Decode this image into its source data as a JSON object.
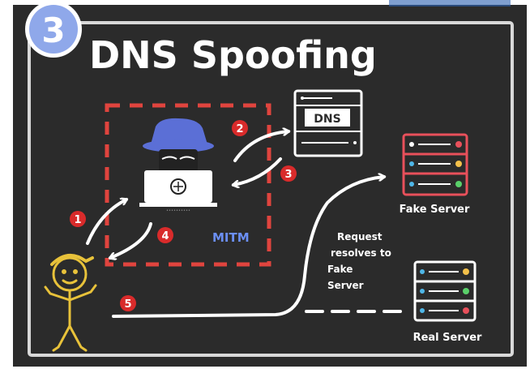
{
  "section_number": "3",
  "title": "DNS Spoofing",
  "dns_label": "DNS",
  "mitm_label": "MITM",
  "fake_server_label": "Fake Server",
  "real_server_label": "Real Server",
  "request_note": [
    "Request",
    "resolves to",
    "Fake",
    "Server"
  ],
  "steps": [
    "1",
    "2",
    "3",
    "4",
    "5"
  ],
  "colors": {
    "board": "#2b2b2b",
    "frame": "#d9d9d9",
    "badge": "#8fa8ea",
    "dashed_box": "#e0443e",
    "step_badge": "#d92b2b",
    "server_red": "#e8505b",
    "mitm_text": "#6b8ff5"
  }
}
